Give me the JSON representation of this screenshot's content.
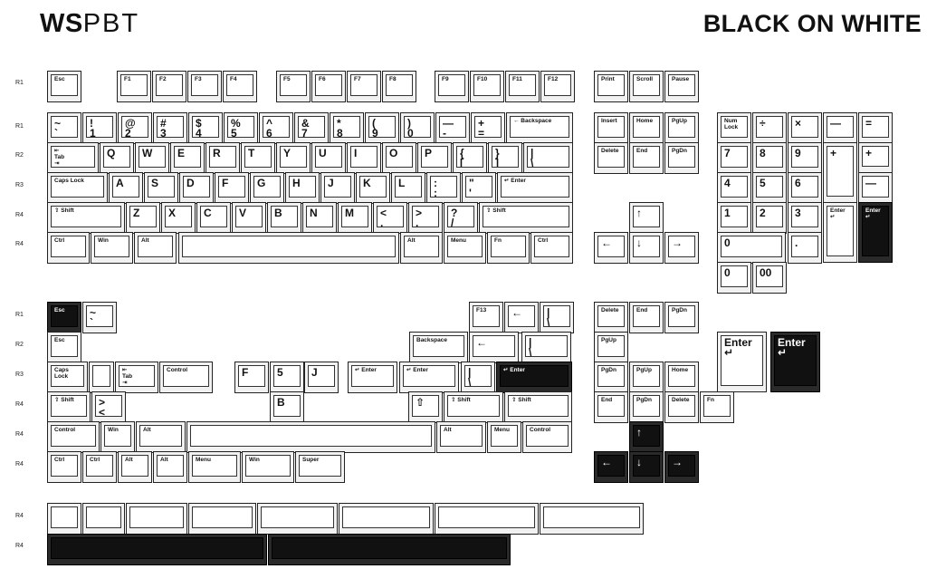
{
  "header": {
    "brand_bold": "WS",
    "brand_thin": "PBT",
    "set_name": "BLACK ON WHITE"
  },
  "colors": {
    "cap": "#ffffff",
    "dark_cap": "#111111",
    "outline": "#222222"
  },
  "row_labels": [
    {
      "text": "R1"
    },
    {
      "text": "R1"
    },
    {
      "text": "R2"
    },
    {
      "text": "R3"
    },
    {
      "text": "R4"
    },
    {
      "text": "R4"
    },
    {
      "text": "R1"
    },
    {
      "text": "R2"
    },
    {
      "text": "R3"
    },
    {
      "text": "R4"
    },
    {
      "text": "R4"
    },
    {
      "text": "R4"
    },
    {
      "text": "R4"
    },
    {
      "text": "R4"
    }
  ],
  "keys": [
    {
      "legend": "Esc"
    },
    {
      "legend": "F1"
    },
    {
      "legend": "F2"
    },
    {
      "legend": "F3"
    },
    {
      "legend": "F4"
    },
    {
      "legend": "F5"
    },
    {
      "legend": "F6"
    },
    {
      "legend": "F7"
    },
    {
      "legend": "F8"
    },
    {
      "legend": "F9"
    },
    {
      "legend": "F10"
    },
    {
      "legend": "F11"
    },
    {
      "legend": "F12"
    },
    {
      "legend": "Print"
    },
    {
      "legend": "Scroll"
    },
    {
      "legend": "Pause"
    },
    {
      "legend": "~\n`"
    },
    {
      "legend": "!\n1"
    },
    {
      "legend": "@\n2"
    },
    {
      "legend": "#\n3"
    },
    {
      "legend": "$\n4"
    },
    {
      "legend": "%\n5"
    },
    {
      "legend": "^\n6"
    },
    {
      "legend": "&\n7"
    },
    {
      "legend": "*\n8"
    },
    {
      "legend": "(\n9"
    },
    {
      "legend": ")\n0"
    },
    {
      "legend": "—\n-"
    },
    {
      "legend": "+\n="
    },
    {
      "legend": "← Backspace"
    },
    {
      "legend": "Insert"
    },
    {
      "legend": "Home"
    },
    {
      "legend": "PgUp"
    },
    {
      "legend": "Num\nLock"
    },
    {
      "legend": "÷"
    },
    {
      "legend": "×"
    },
    {
      "legend": "—"
    },
    {
      "legend": "="
    },
    {
      "legend": "⇤\nTab\n⇥"
    },
    {
      "legend": "Q"
    },
    {
      "legend": "W"
    },
    {
      "legend": "E"
    },
    {
      "legend": "R"
    },
    {
      "legend": "T"
    },
    {
      "legend": "Y"
    },
    {
      "legend": "U"
    },
    {
      "legend": "I"
    },
    {
      "legend": "O"
    },
    {
      "legend": "P"
    },
    {
      "legend": "{\n["
    },
    {
      "legend": "}\n]"
    },
    {
      "legend": "|\n\\"
    },
    {
      "legend": "Delete"
    },
    {
      "legend": "End"
    },
    {
      "legend": "PgDn"
    },
    {
      "legend": "7"
    },
    {
      "legend": "8"
    },
    {
      "legend": "9"
    },
    {
      "legend": "+"
    },
    {
      "legend": "+"
    },
    {
      "legend": "Caps Lock"
    },
    {
      "legend": "A"
    },
    {
      "legend": "S"
    },
    {
      "legend": "D"
    },
    {
      "legend": "F"
    },
    {
      "legend": "G"
    },
    {
      "legend": "H"
    },
    {
      "legend": "J"
    },
    {
      "legend": "K"
    },
    {
      "legend": "L"
    },
    {
      "legend": ":\n;"
    },
    {
      "legend": "\"\n'"
    },
    {
      "legend": "↵ Enter"
    },
    {
      "legend": "4"
    },
    {
      "legend": "5"
    },
    {
      "legend": "6"
    },
    {
      "legend": "—"
    },
    {
      "legend": "⇧ Shift"
    },
    {
      "legend": "Z"
    },
    {
      "legend": "X"
    },
    {
      "legend": "C"
    },
    {
      "legend": "V"
    },
    {
      "legend": "B"
    },
    {
      "legend": "N"
    },
    {
      "legend": "M"
    },
    {
      "legend": "<\n,"
    },
    {
      "legend": ">\n."
    },
    {
      "legend": "?\n/"
    },
    {
      "legend": "⇧ Shift"
    },
    {
      "legend": "↑"
    },
    {
      "legend": "1"
    },
    {
      "legend": "2"
    },
    {
      "legend": "3"
    },
    {
      "legend": "Enter\n↵"
    },
    {
      "legend": "Enter\n↵"
    },
    {
      "legend": "Ctrl"
    },
    {
      "legend": "Win"
    },
    {
      "legend": "Alt"
    },
    {
      "legend": ""
    },
    {
      "legend": "Alt"
    },
    {
      "legend": "Menu"
    },
    {
      "legend": "Fn"
    },
    {
      "legend": "Ctrl"
    },
    {
      "legend": "←"
    },
    {
      "legend": "↓"
    },
    {
      "legend": "→"
    },
    {
      "legend": "0"
    },
    {
      "legend": "."
    },
    {
      "legend": "0"
    },
    {
      "legend": "00"
    },
    {
      "legend": "Esc"
    },
    {
      "legend": "~\n`"
    },
    {
      "legend": "F13"
    },
    {
      "legend": "←"
    },
    {
      "legend": "|\n\\"
    },
    {
      "legend": "Delete"
    },
    {
      "legend": "End"
    },
    {
      "legend": "PgDn"
    },
    {
      "legend": "Esc"
    },
    {
      "legend": "Backspace"
    },
    {
      "legend": "←"
    },
    {
      "legend": "|\n\\"
    },
    {
      "legend": "PgUp"
    },
    {
      "legend": "Enter\n↵"
    },
    {
      "legend": "Enter\n↵"
    },
    {
      "legend": "Caps\nLock"
    },
    {
      "legend": ""
    },
    {
      "legend": "⇤\nTab\n⇥"
    },
    {
      "legend": "Control"
    },
    {
      "legend": "F"
    },
    {
      "legend": "5"
    },
    {
      "legend": "J"
    },
    {
      "legend": "↵ Enter"
    },
    {
      "legend": "↵ Enter"
    },
    {
      "legend": "|\n\\"
    },
    {
      "legend": "↵ Enter"
    },
    {
      "legend": "PgDn"
    },
    {
      "legend": "PgUp"
    },
    {
      "legend": "Home"
    },
    {
      "legend": "⇧ Shift"
    },
    {
      "legend": ">\n<"
    },
    {
      "legend": "B"
    },
    {
      "legend": "⇧"
    },
    {
      "legend": "⇧ Shift"
    },
    {
      "legend": "⇧ Shift"
    },
    {
      "legend": "End"
    },
    {
      "legend": "PgDn"
    },
    {
      "legend": "Delete"
    },
    {
      "legend": "Fn"
    },
    {
      "legend": "Control"
    },
    {
      "legend": "Win"
    },
    {
      "legend": "Alt"
    },
    {
      "legend": ""
    },
    {
      "legend": "Alt"
    },
    {
      "legend": "Menu"
    },
    {
      "legend": "Control"
    },
    {
      "legend": "↑"
    },
    {
      "legend": "Ctrl"
    },
    {
      "legend": "Ctrl"
    },
    {
      "legend": "Alt"
    },
    {
      "legend": "Alt"
    },
    {
      "legend": "Menu"
    },
    {
      "legend": "Win"
    },
    {
      "legend": "Super"
    },
    {
      "legend": "←"
    },
    {
      "legend": "↓"
    },
    {
      "legend": "→"
    },
    {
      "legend": ""
    },
    {
      "legend": ""
    },
    {
      "legend": ""
    },
    {
      "legend": ""
    },
    {
      "legend": ""
    },
    {
      "legend": ""
    },
    {
      "legend": ""
    },
    {
      "legend": ""
    },
    {
      "legend": ""
    },
    {
      "legend": ""
    }
  ]
}
